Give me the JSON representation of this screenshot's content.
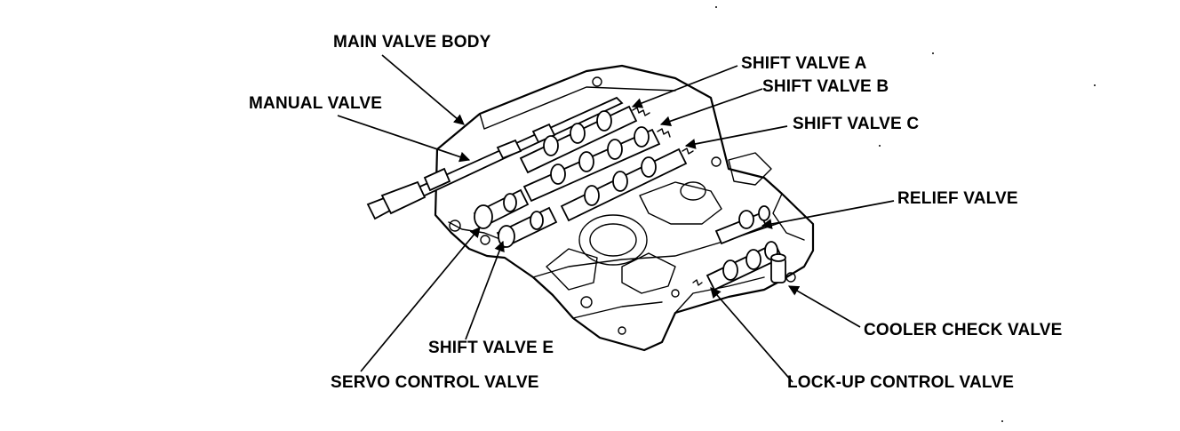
{
  "diagram": {
    "labels": {
      "main_valve_body": "MAIN VALVE BODY",
      "manual_valve": "MANUAL VALVE",
      "shift_valve_a": "SHIFT VALVE A",
      "shift_valve_b": "SHIFT VALVE B",
      "shift_valve_c": "SHIFT VALVE C",
      "relief_valve": "RELIEF VALVE",
      "cooler_check_valve": "COOLER CHECK VALVE",
      "lock_up_control_valve": "LOCK-UP CONTROL VALVE",
      "shift_valve_e": "SHIFT VALVE E",
      "servo_control_valve": "SERVO CONTROL VALVE"
    },
    "colors": {
      "ink": "#000000",
      "paper": "#ffffff"
    }
  }
}
